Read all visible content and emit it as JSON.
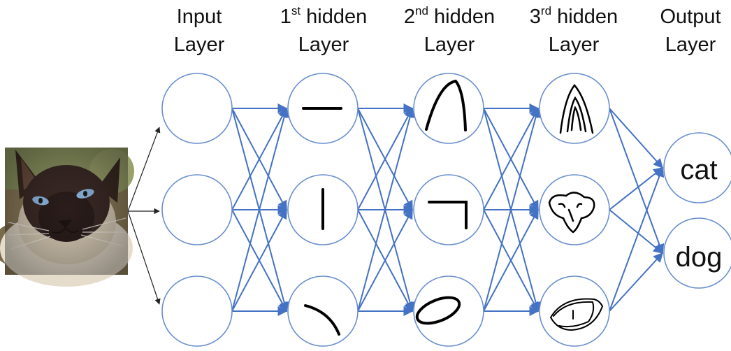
{
  "headers": {
    "input": {
      "line1": "Input",
      "line2": "Layer"
    },
    "hidden1": {
      "num": "1",
      "sup": "st",
      "rest": " hidden",
      "line2": "Layer"
    },
    "hidden2": {
      "num": "2",
      "sup": "nd",
      "rest": " hidden",
      "line2": "Layer"
    },
    "hidden3": {
      "num": "3",
      "sup": "rd",
      "rest": " hidden",
      "line2": "Layer"
    },
    "output": {
      "line1": "Output",
      "line2": "Layer"
    }
  },
  "outputs": {
    "cat": "cat",
    "dog": "dog"
  },
  "input_image": "photo-of-siamese-cat",
  "layers": {
    "input": [
      "empty",
      "empty",
      "empty"
    ],
    "hidden1": [
      "horizontal-line",
      "vertical-line",
      "curve"
    ],
    "hidden2": [
      "arch",
      "corner",
      "ellipse"
    ],
    "hidden3": [
      "cat-ear",
      "cat-nose",
      "cat-eye"
    ],
    "output": [
      "cat",
      "dog"
    ]
  },
  "colors": {
    "node_stroke": "#6b8fce",
    "edge": "#4472c4",
    "input_arrow": "#222222"
  }
}
